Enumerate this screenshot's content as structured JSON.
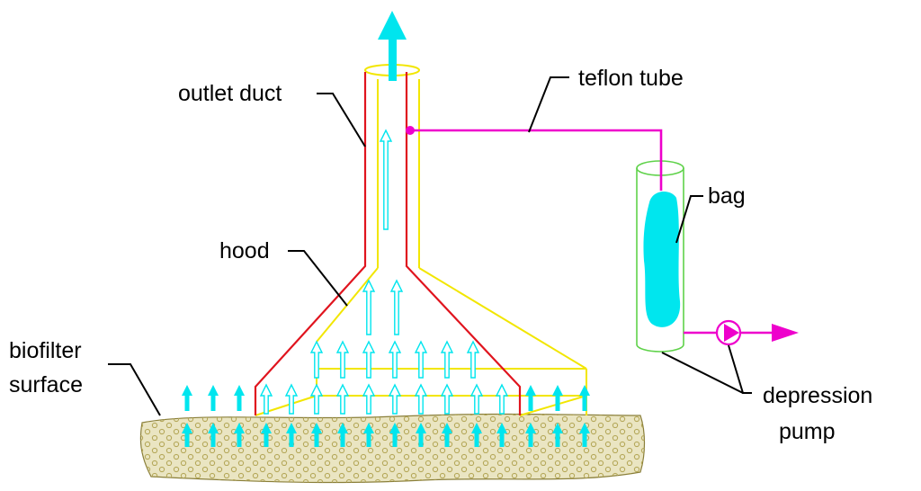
{
  "labels": {
    "outlet_duct": "outlet duct",
    "teflon_tube": "teflon tube",
    "bag": "bag",
    "hood": "hood",
    "biofilter_line1": "biofilter",
    "biofilter_line2": "surface",
    "depression_line1": "depression",
    "depression_line2": "pump"
  },
  "colors": {
    "flow_arrow": "#00e5ee",
    "hood_front": "#e0141e",
    "hood_back": "#f2e600",
    "tube": "#ee00cc",
    "bag_fill": "#00e6ee",
    "cylinder": "#5fd24a",
    "soil_fill": "#eae5c2",
    "soil_texture": "#b5a85a",
    "leader_line": "#000000"
  },
  "icons": [
    "flow-arrow-icon",
    "pump-icon",
    "outlet-arrow-icon"
  ]
}
